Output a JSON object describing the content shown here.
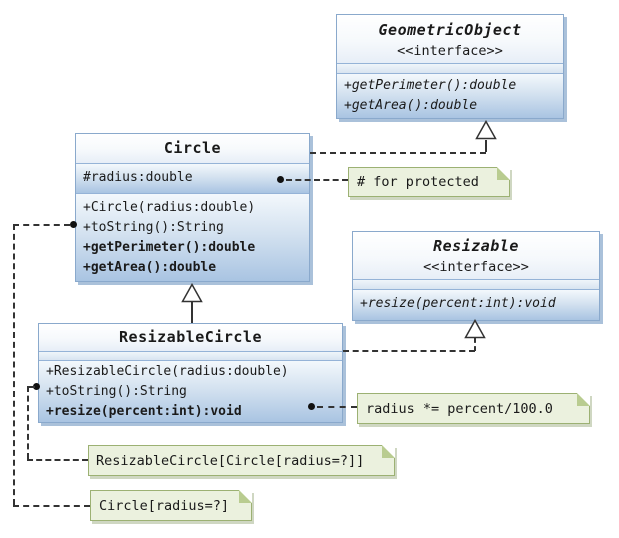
{
  "diagram": {
    "title": "UML class diagram: Circle / ResizableCircle with GeometricObject and Resizable interfaces",
    "classes": [
      {
        "name": "GeometricObject",
        "stereotype": "<<interface>>",
        "kind": "interface",
        "attributes": [],
        "methods": [
          {
            "text": "+getPerimeter():double",
            "style": "italic"
          },
          {
            "text": "+getArea():double",
            "style": "italic"
          }
        ]
      },
      {
        "name": "Circle",
        "kind": "class",
        "attributes": [
          {
            "text": "#radius:double"
          }
        ],
        "methods": [
          {
            "text": "+Circle(radius:double)",
            "style": "regular"
          },
          {
            "text": "+toString():String",
            "style": "regular"
          },
          {
            "text": "+getPerimeter():double",
            "style": "bold"
          },
          {
            "text": "+getArea():double",
            "style": "bold"
          }
        ]
      },
      {
        "name": "Resizable",
        "stereotype": "<<interface>>",
        "kind": "interface",
        "attributes": [],
        "methods": [
          {
            "text": "+resize(percent:int):void",
            "style": "italic"
          }
        ]
      },
      {
        "name": "ResizableCircle",
        "kind": "class",
        "attributes": [],
        "methods": [
          {
            "text": "+ResizableCircle(radius:double)",
            "style": "regular"
          },
          {
            "text": "+toString():String",
            "style": "regular"
          },
          {
            "text": "+resize(percent:int):void",
            "style": "bold"
          }
        ]
      }
    ],
    "notes": [
      {
        "text": "# for protected",
        "attached_to": "Circle.#radius:double"
      },
      {
        "text": "radius *= percent/100.0",
        "attached_to": "ResizableCircle.resize"
      },
      {
        "text": "ResizableCircle[Circle[radius=?]]",
        "attached_to": "ResizableCircle.toString"
      },
      {
        "text": "Circle[radius=?]",
        "attached_to": "Circle.toString"
      }
    ],
    "relationships": [
      {
        "type": "realization",
        "from": "Circle",
        "to": "GeometricObject"
      },
      {
        "type": "generalization",
        "from": "ResizableCircle",
        "to": "Circle"
      },
      {
        "type": "realization",
        "from": "ResizableCircle",
        "to": "Resizable"
      }
    ],
    "colors": {
      "box_border": "#8aa9cc",
      "box_fill_top": "#f3f8fc",
      "box_fill_bottom": "#a9c4e2",
      "box_shadow": "#aac1da",
      "note_fill": "#ebf1de",
      "note_border": "#9cb173",
      "line": "#333333"
    }
  }
}
